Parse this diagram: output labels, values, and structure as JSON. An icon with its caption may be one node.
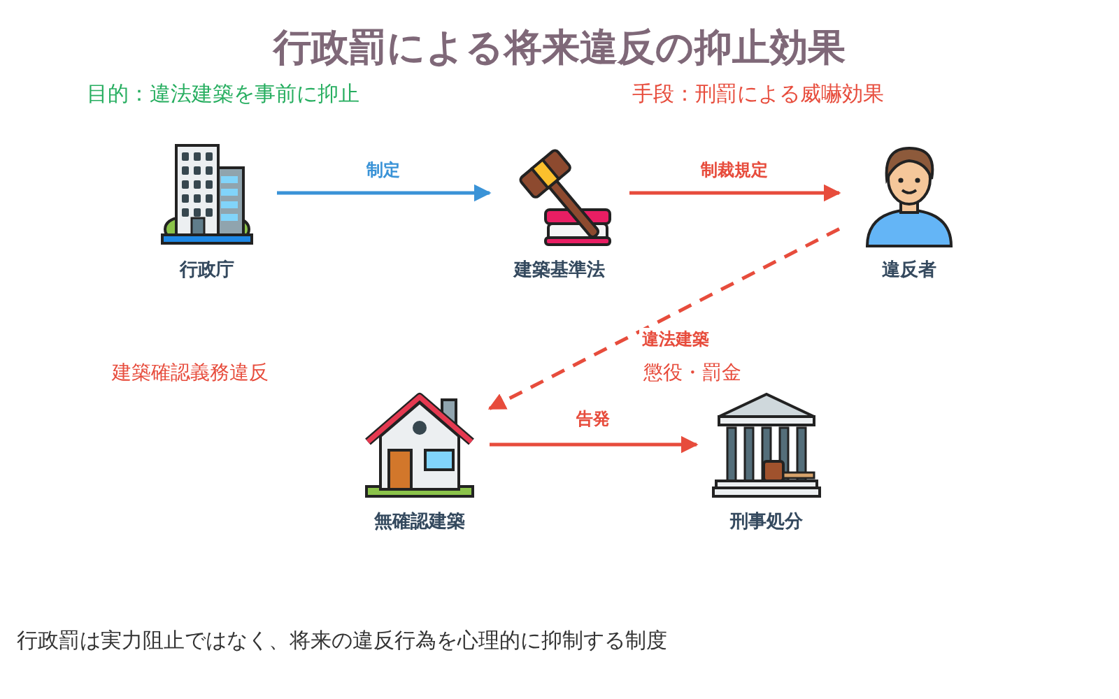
{
  "diagram": {
    "title": "行政罰による将来違反の抑止効果",
    "nodes": [
      {
        "text": [
          "行政庁"
        ]
      },
      {
        "text": [
          "建築基準法"
        ]
      },
      {
        "text": [
          "違反者"
        ]
      },
      {
        "text": [
          "無確認建築"
        ]
      },
      {
        "text": [
          "刑事処分"
        ]
      }
    ],
    "edges": [
      {
        "from": 0,
        "to": 1,
        "arrow": "to",
        "label": "制定",
        "color": "#3a93d7"
      },
      {
        "from": 1,
        "to": 2,
        "arrow": "to",
        "label": "制裁規定"
      },
      {
        "from": 2,
        "to": 3,
        "arrow": "to",
        "label": "違法建築",
        "style": "dashed"
      },
      {
        "from": 3,
        "to": 4,
        "arrow": "to",
        "label": "告発"
      }
    ],
    "labels": [
      "目的：違法建築を事前に抑止",
      "手段：刑罰による威嚇効果",
      "建築確認義務違反",
      "懲役・罰金",
      "行政罰は実力阻止ではなく、将来の違反行為を心理的に抑制する制度"
    ]
  }
}
